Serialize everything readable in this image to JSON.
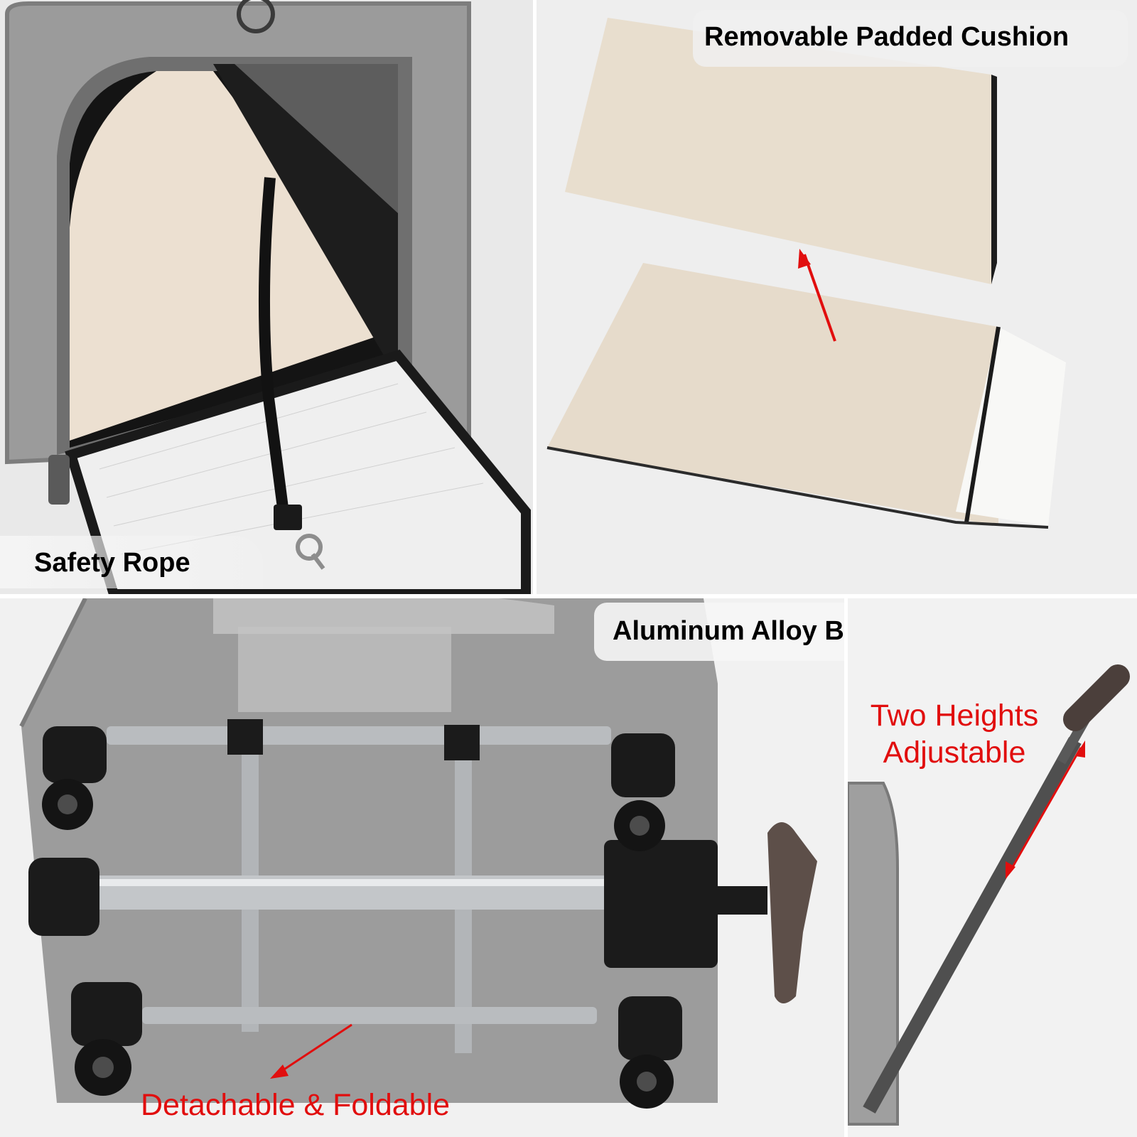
{
  "panels": {
    "safety_rope": {
      "label": "Safety Rope"
    },
    "cushion": {
      "label": "Removable Padded Cushion"
    },
    "base": {
      "label": "Aluminum Alloy Base with Rod",
      "callout": "Detachable & Foldable"
    },
    "rod": {
      "callout_line1": "Two Heights",
      "callout_line2": "Adjustable"
    }
  },
  "colors": {
    "fabric_gray": "#9a9a9a",
    "fleece_cream": "#eadfcf",
    "callout_red": "#e10e0e",
    "aluminum": "#b9bcbf",
    "plastic_black": "#1b1b1b"
  }
}
